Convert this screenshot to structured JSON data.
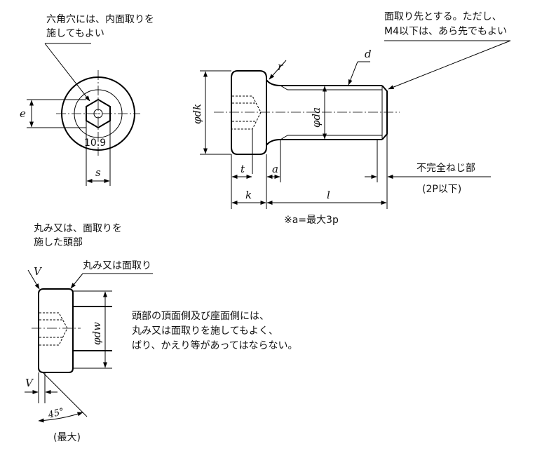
{
  "notes": {
    "hex_socket_line1": "六角穴には、内面取りを",
    "hex_socket_line2": "施してもよい",
    "chamfer_line1": "面取り先とする。ただし、",
    "chamfer_line2": "M4以下は、あら先でもよい",
    "incomplete_thread": "不完全ねじ部",
    "incomplete_thread_limit": "(2P以下)",
    "a_note": "※a=最大3p",
    "head_shape_line1": "丸み又は、面取りを",
    "head_shape_line2": "施した頭部",
    "round_or_chamfer": "丸み又は面取り",
    "head_side_line1": "頭部の頂面側及び座面側には、",
    "head_side_line2": "丸み又は面取りを施してもよく、",
    "head_side_line3": "ばり、かえり等があってはならない。",
    "max_note": "(最大)"
  },
  "labels": {
    "e": "e",
    "s": "s",
    "strength": "10.9",
    "r": "r",
    "d": "d",
    "phi_dk": "φdk",
    "phi_da": "φda",
    "t": "t",
    "a": "a",
    "k": "k",
    "l": "l",
    "V_top": "V",
    "phi_dw": "φdw",
    "V_bottom": "V",
    "angle": "45°"
  }
}
